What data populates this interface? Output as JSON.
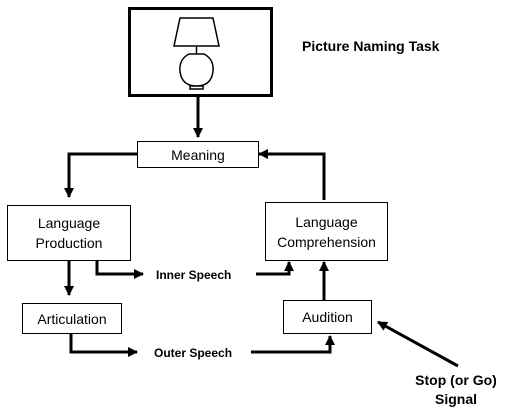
{
  "title": "Picture Naming Task",
  "picture": {
    "icon": "lamp-icon"
  },
  "boxes": {
    "meaning": "Meaning",
    "language_production": "Language\nProduction",
    "language_comprehension": "Language\nComprehension",
    "articulation": "Articulation",
    "audition": "Audition"
  },
  "edge_labels": {
    "inner_speech": "Inner Speech",
    "outer_speech": "Outer Speech"
  },
  "signal": "Stop (or Go)\nSignal"
}
